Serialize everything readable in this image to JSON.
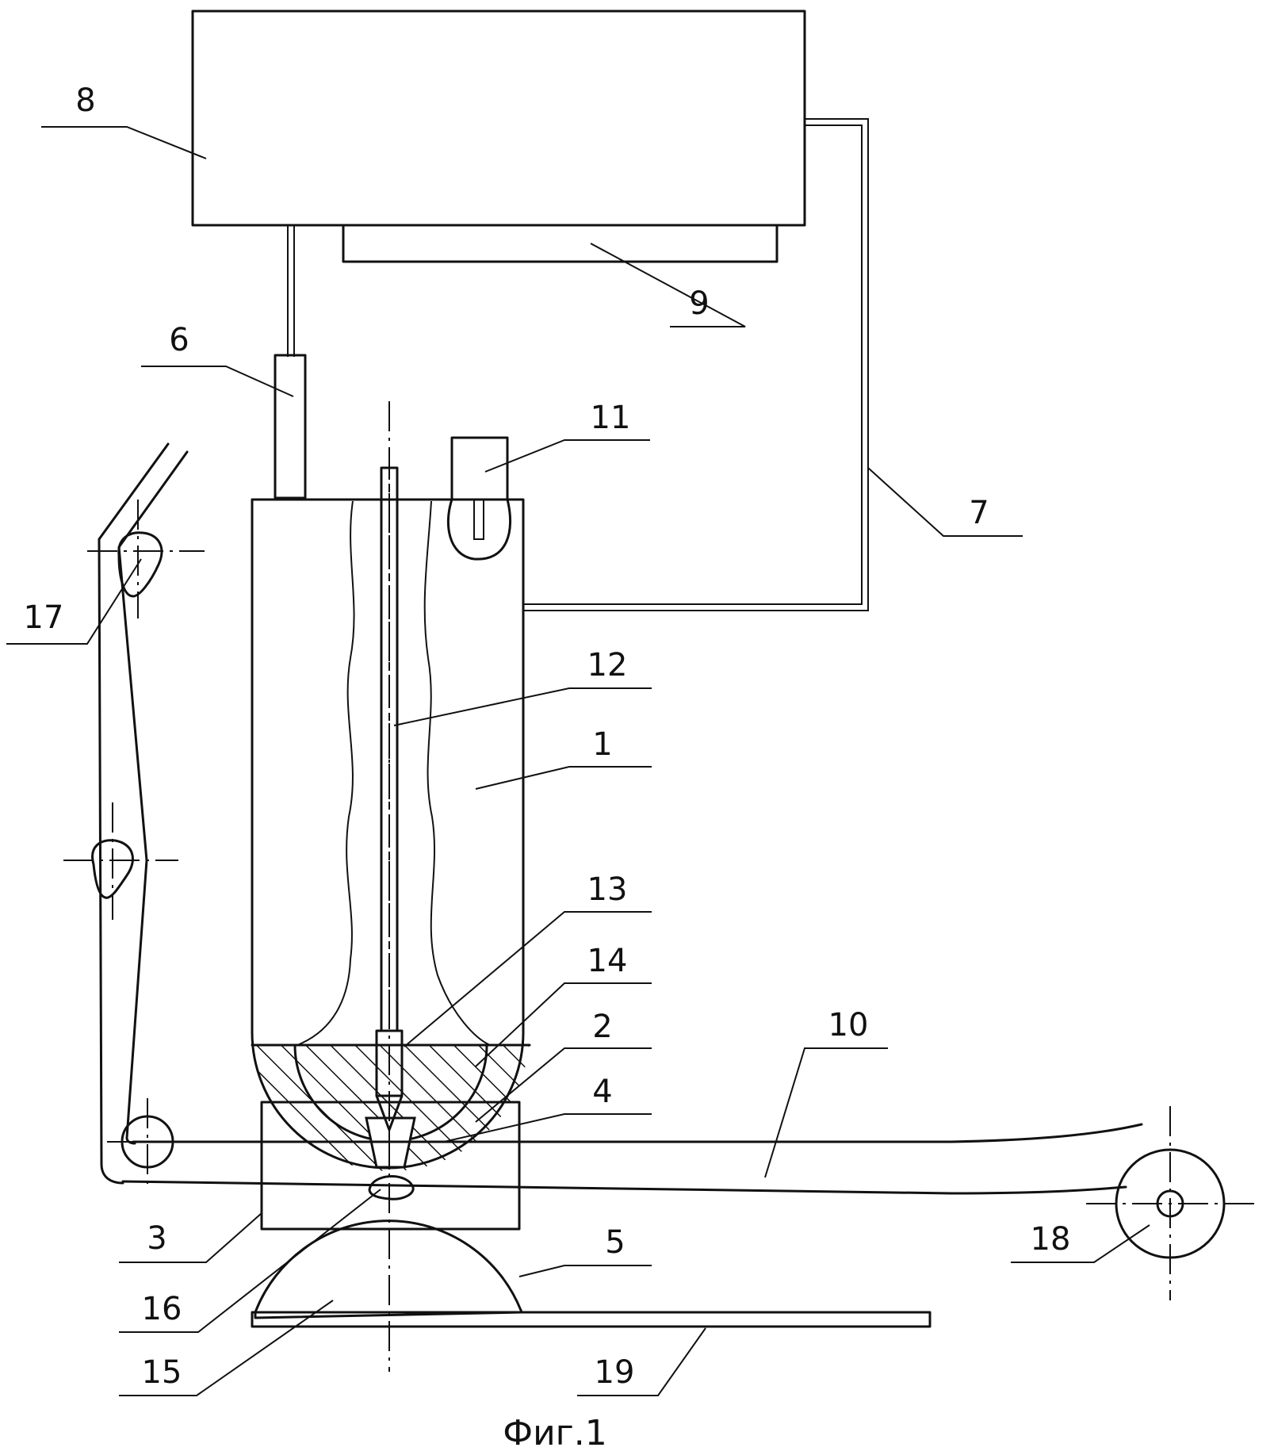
{
  "figure_caption": "Фиг.1",
  "callouts": [
    {
      "id": "1",
      "text": "1"
    },
    {
      "id": "2",
      "text": "2"
    },
    {
      "id": "3",
      "text": "3"
    },
    {
      "id": "4",
      "text": "4"
    },
    {
      "id": "5",
      "text": "5"
    },
    {
      "id": "6",
      "text": "6"
    },
    {
      "id": "7",
      "text": "7"
    },
    {
      "id": "8",
      "text": "8"
    },
    {
      "id": "9",
      "text": "9"
    },
    {
      "id": "10",
      "text": "10"
    },
    {
      "id": "11",
      "text": "11"
    },
    {
      "id": "12",
      "text": "12"
    },
    {
      "id": "13",
      "text": "13"
    },
    {
      "id": "14",
      "text": "14"
    },
    {
      "id": "15",
      "text": "15"
    },
    {
      "id": "16",
      "text": "16"
    },
    {
      "id": "17",
      "text": "17"
    },
    {
      "id": "18",
      "text": "18"
    },
    {
      "id": "19",
      "text": "19"
    }
  ],
  "colors": {
    "ink": "#111111",
    "paper": "#ffffff"
  }
}
